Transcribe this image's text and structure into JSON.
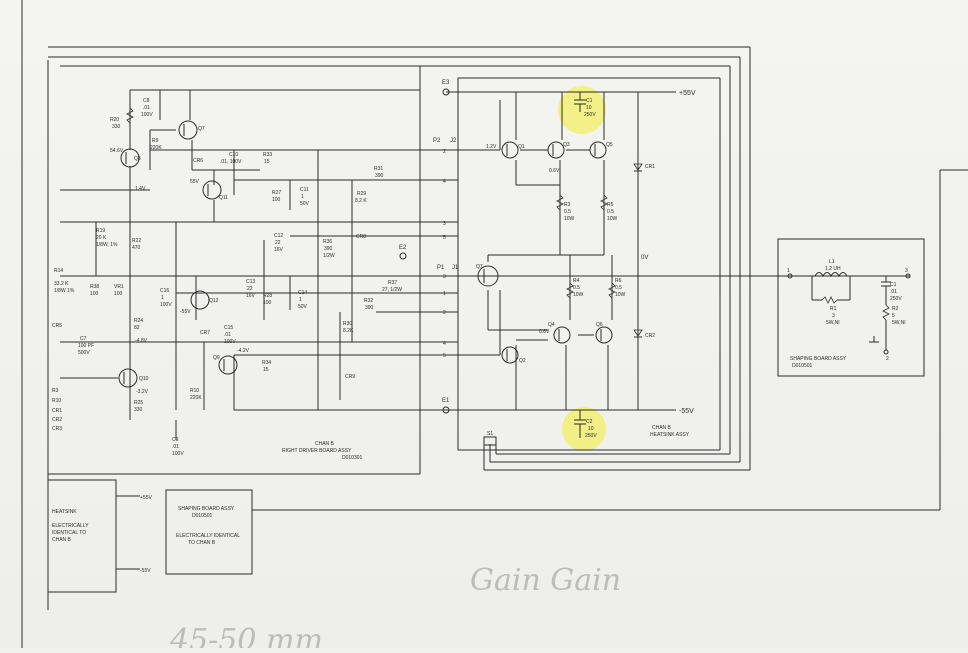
{
  "rails": {
    "pos": "+55V",
    "neg": "-55V",
    "zero": "0V"
  },
  "terminals": {
    "e3": "E3",
    "e2": "E2",
    "e1": "E1"
  },
  "connectors": {
    "p2": "P2",
    "j2": "J2",
    "p1": "P1",
    "j1": "J1",
    "s1": "S1"
  },
  "pins": {
    "p2": [
      "2",
      "4",
      "3",
      "5"
    ],
    "p1": [
      "3",
      "1",
      "2",
      "4",
      "5"
    ]
  },
  "driver_board": {
    "title": "CHAN B",
    "subtitle": "RIGHT DRIVER BOARD ASSY",
    "code": "D010301"
  },
  "heatsink": {
    "title": "CHAN B",
    "subtitle": "HEATSINK ASSY"
  },
  "shaping_board": {
    "title": "SHAPING BOARD ASSY",
    "code": "D010501",
    "l1": [
      "L1",
      "1.2 UH"
    ],
    "r1": [
      "R1",
      "3",
      "5W,NI"
    ],
    "c1": [
      "C1",
      ".01",
      "250V"
    ],
    "r2": [
      "R2",
      "5",
      "5W,NI"
    ],
    "pins": [
      "1",
      "3",
      "2"
    ]
  },
  "lower_heatsink": {
    "label": "HEATSINK",
    "desc": [
      "ELECTRICALLY",
      "IDENTICAL TO",
      "CHAN B"
    ],
    "pos": "+55V",
    "neg": "-55V"
  },
  "lower_shaping": {
    "title": "SHAPING BOARD ASSY",
    "code": "D010501",
    "desc": [
      "ELECTRICALLY IDENTICAL",
      "TO CHAN B"
    ]
  },
  "transistors": {
    "q1": "Q1",
    "q2": "Q2",
    "q3": "Q3",
    "q4": "Q4",
    "q5": "Q5",
    "q6": "Q6",
    "q7_hs": "Q7",
    "q7": "Q7",
    "q8": "Q8",
    "q9": "Q9",
    "q10": "Q10",
    "q11": "Q11",
    "q12": "Q12"
  },
  "voltages": {
    "q1": "1.2V",
    "q3": "0.6V",
    "q4": "0.6V",
    "q11": "55V",
    "q12": "-55V",
    "q9": "-4.2V",
    "q10": "-3.2V",
    "q8": "54.6V",
    "q8b": "1.4V",
    "mid": "-4.8V"
  },
  "caps": {
    "c1": [
      "C1",
      "10",
      "250V"
    ],
    "c2": [
      "C2",
      "10",
      "250V"
    ],
    "c8": [
      "C8",
      ".01",
      "100V"
    ],
    "c10": [
      "C10",
      ".01, 100V"
    ],
    "c11": [
      "C11",
      "1",
      "50V"
    ],
    "c12": [
      "C12",
      "22",
      "16V"
    ],
    "c13": [
      "C13",
      "22",
      "16V"
    ],
    "c14": [
      "C14",
      "1",
      "50V"
    ],
    "c15": [
      "C15",
      ".01",
      "100V"
    ],
    "c16": [
      "C16",
      "1",
      "100V"
    ],
    "c7": [
      "C7",
      "100 PF",
      "500V"
    ],
    "c9": [
      "C9",
      ".01",
      "100V"
    ]
  },
  "resistors": {
    "r3": [
      "R3",
      "0.5",
      "10W"
    ],
    "r4": [
      "R4",
      "0.5",
      "10W"
    ],
    "r5": [
      "R5",
      "0.5",
      "10W"
    ],
    "r6": [
      "R6",
      "0.5",
      "10W"
    ],
    "r20": [
      "R20",
      "330"
    ],
    "r9": [
      "R9",
      "220K"
    ],
    "r33": [
      "R33",
      "15"
    ],
    "r27": [
      "R27",
      "100"
    ],
    "r29": [
      "R29",
      "8.2 K"
    ],
    "r31": [
      "R31",
      "390"
    ],
    "r36": [
      "R36",
      "390",
      "1/2W"
    ],
    "r37": [
      "R37",
      "27, 1/2W"
    ],
    "r32": [
      "R32",
      "390"
    ],
    "r30": [
      "R30",
      "8.2K"
    ],
    "r28": [
      "R28",
      "100"
    ],
    "r22": [
      "R22",
      "470"
    ],
    "r19": [
      "R19",
      "20 K",
      "1/8W, 1%"
    ],
    "r14": [
      "R14",
      "33.2 K",
      "1/8W 1%"
    ],
    "r38": [
      "R38",
      "100"
    ],
    "vr1": [
      "VR1",
      "100"
    ],
    "r24": [
      "R24",
      "82"
    ],
    "r10": [
      "R10",
      "220K"
    ],
    "r34": [
      "R34",
      "15"
    ],
    "r25": [
      "R25",
      "330"
    ]
  },
  "diodes": {
    "cr1": "CR1",
    "cr2": "CR2",
    "cr6": "CR6",
    "cr7": "CR7",
    "cr8": "CR8",
    "cr9": "CR9",
    "cr5": "CR5"
  },
  "left_cut": [
    "R3",
    "R10",
    "CR1",
    "CR2",
    "CR3"
  ],
  "handwriting": {
    "note1": "45-50 mm",
    "note2": "Gain Gain"
  },
  "ink_color": "#2b2b2b",
  "highlight_color": "#f2ef63"
}
